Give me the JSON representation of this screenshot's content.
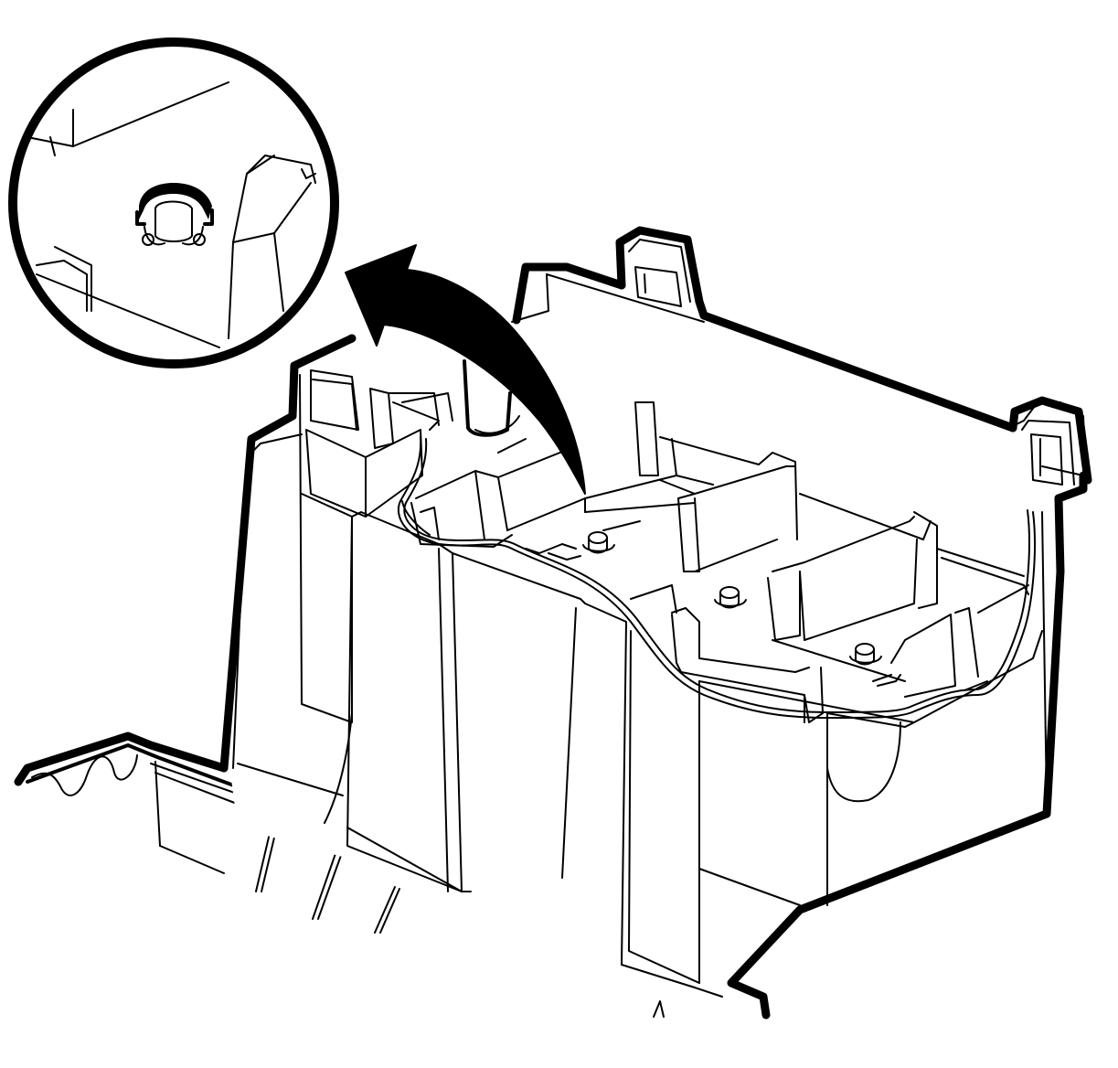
{
  "figure": {
    "description_labels": [],
    "colors": {
      "line": "#000000",
      "background": "#ffffff"
    },
    "parts": [
      {
        "name": "detail-magnifier-circle"
      },
      {
        "name": "removal-direction-arrow"
      },
      {
        "name": "fuse-relay-box-housing"
      },
      {
        "name": "retaining-clip"
      },
      {
        "name": "wiring-harness"
      }
    ]
  }
}
